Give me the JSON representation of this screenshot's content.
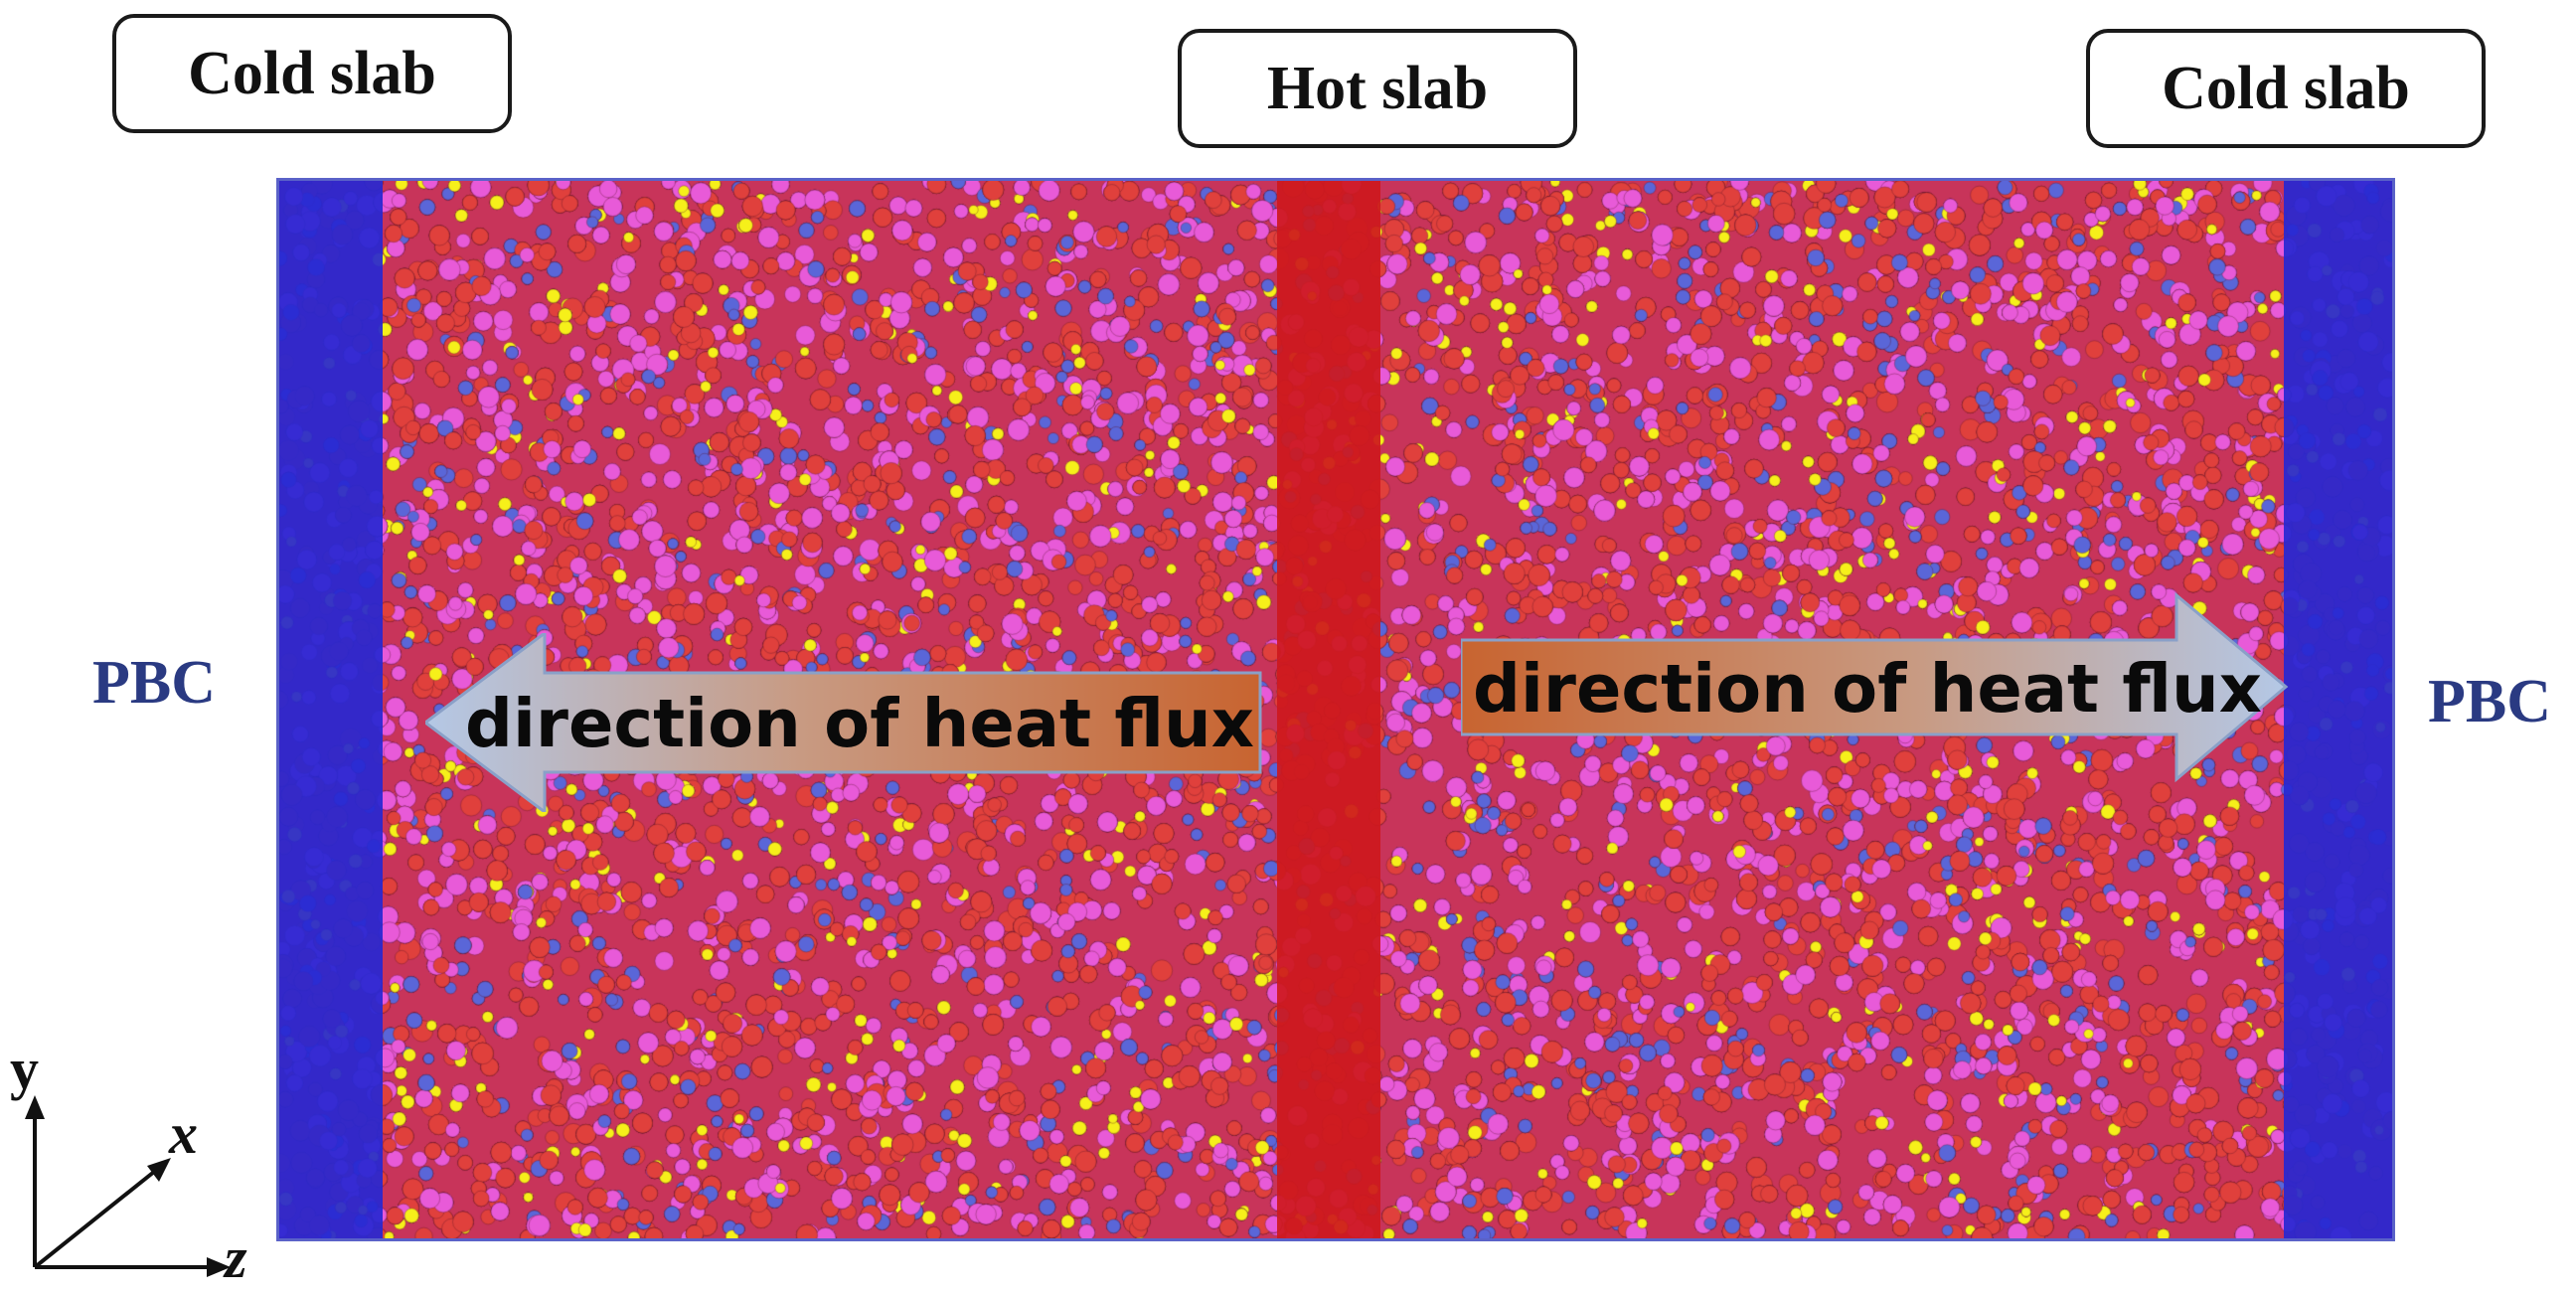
{
  "labels": {
    "cold_slab_left": "Cold slab",
    "hot_slab": "Hot slab",
    "cold_slab_right": "Cold slab",
    "pbc_left": "PBC",
    "pbc_right": "PBC"
  },
  "arrows": {
    "left": "direction of heat flux",
    "right": "direction of heat flux"
  },
  "axes": {
    "y": "y",
    "x": "x",
    "z": "z"
  },
  "colors": {
    "cold_slab": "#2828d2",
    "hot_slab": "#cd191e",
    "atom_red": "#e0403c",
    "atom_magenta": "#e85ad8",
    "atom_yellow": "#f6f01a",
    "atom_blue": "#5a66d8",
    "pbc_text": "#2a3a82",
    "arrow_warm": "#c86430",
    "arrow_cool": "#b4c8e6"
  }
}
